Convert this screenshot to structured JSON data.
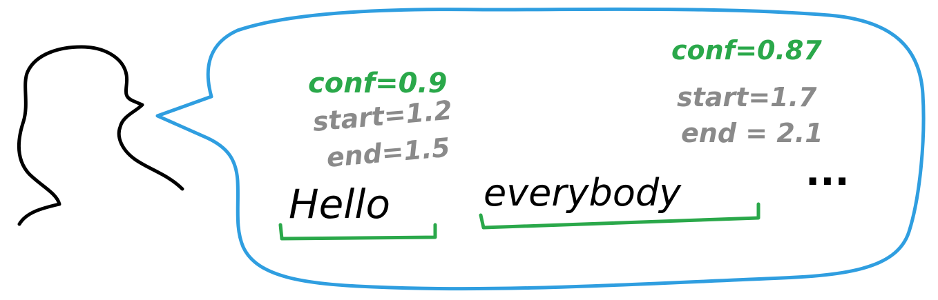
{
  "colors": {
    "outline": "#000000",
    "bubble": "#2f9ee0",
    "confidence": "#2aa84a",
    "timing": "#8a8a8a",
    "word": "#000000",
    "bracket": "#2aa84a"
  },
  "words": [
    {
      "text": "Hello",
      "conf": "conf=0.9",
      "start": "start=1.2",
      "end": "end=1.5"
    },
    {
      "text": "everybody",
      "conf": "conf=0.87",
      "start": "start=1.7",
      "end": "end = 2.1"
    }
  ],
  "ellipsis": "..."
}
